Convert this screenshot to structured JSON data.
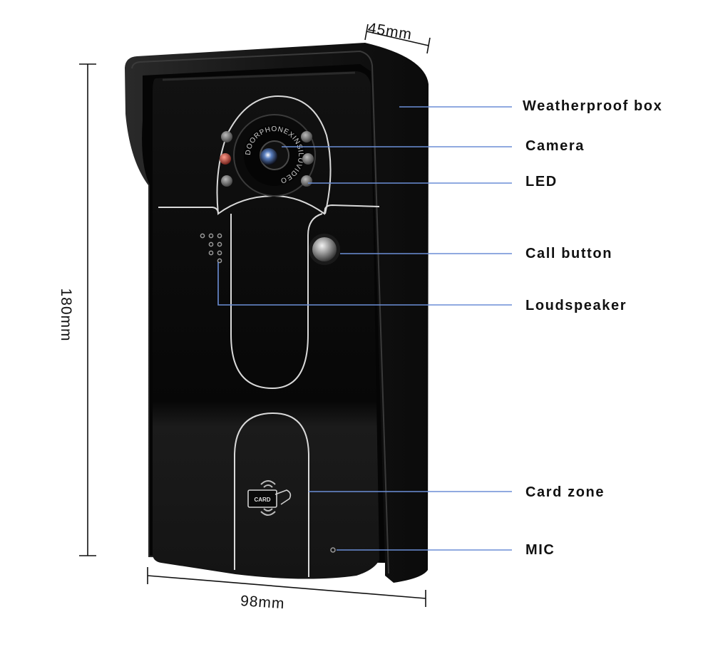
{
  "labels": {
    "weatherproof_box": "Weatherproof box",
    "camera": "Camera",
    "led": "LED",
    "call_button": "Call button",
    "loudspeaker": "Loudspeaker",
    "card_zone": "Card zone",
    "mic": "MIC"
  },
  "dimensions": {
    "depth": "45mm",
    "height": "180mm",
    "width": "98mm"
  },
  "device_text": {
    "lens_ring": "DOORPHONEXINSILUVIDEO",
    "card": "CARD"
  },
  "colors": {
    "leader_line": "#6b8ed6",
    "device_body": "#0c0c0c",
    "shell": "#151515",
    "panel_line": "#d9d9d9"
  }
}
